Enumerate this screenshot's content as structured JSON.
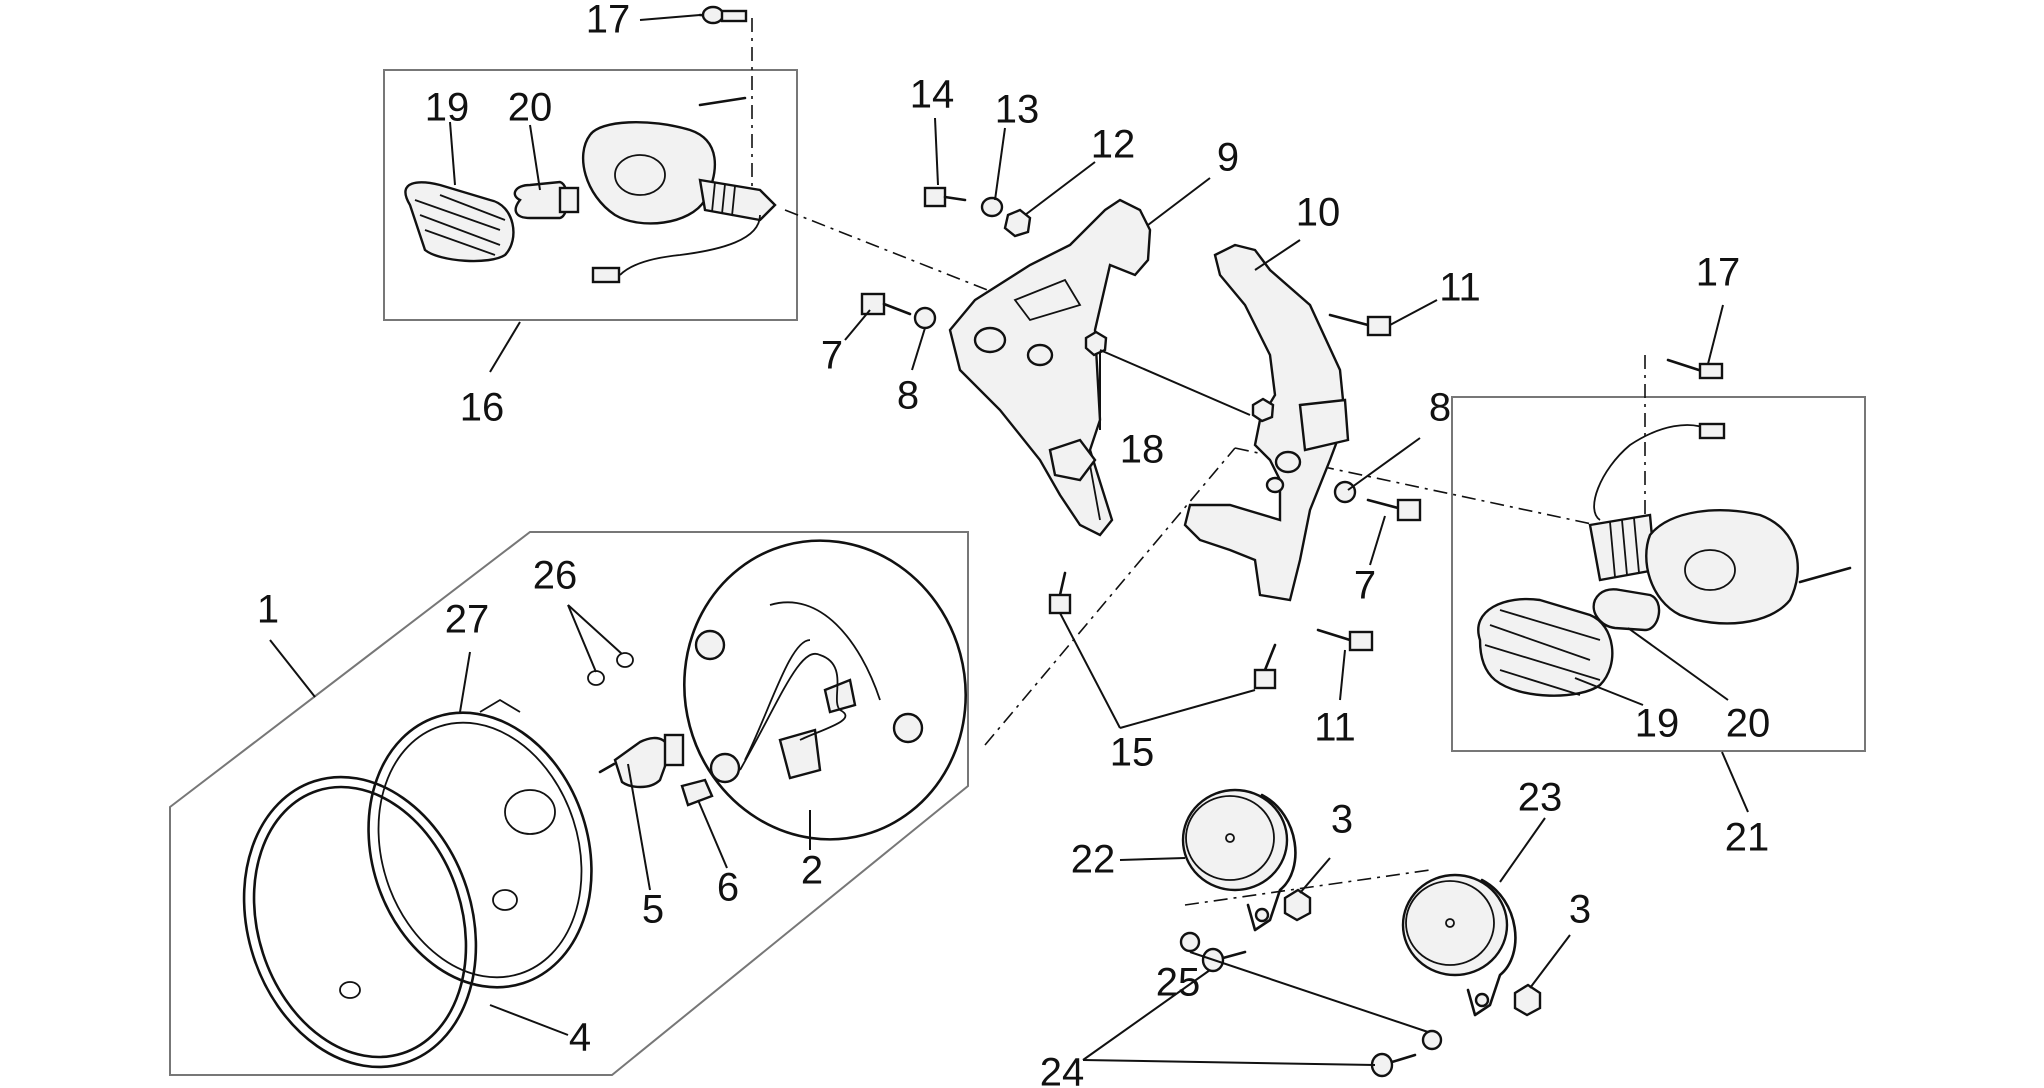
{
  "callouts": {
    "c1": "1",
    "c2": "2",
    "c3a": "3",
    "c3b": "3",
    "c4": "4",
    "c5": "5",
    "c6": "6",
    "c7a": "7",
    "c7b": "7",
    "c8a": "8",
    "c8b": "8",
    "c9": "9",
    "c10": "10",
    "c11a": "11",
    "c11b": "11",
    "c12": "12",
    "c13": "13",
    "c14": "14",
    "c15": "15",
    "c16": "16",
    "c17a": "17",
    "c17b": "17",
    "c18": "18",
    "c19a": "19",
    "c19b": "19",
    "c20a": "20",
    "c20b": "20",
    "c21": "21",
    "c22": "22",
    "c23": "23",
    "c24": "24",
    "c25": "25",
    "c26": "26",
    "c27": "27"
  }
}
